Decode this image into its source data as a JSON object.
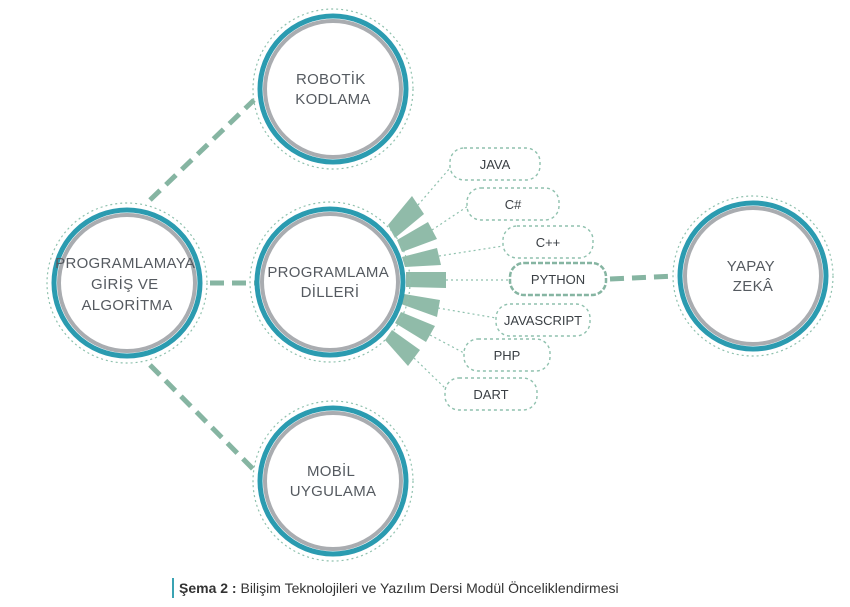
{
  "nodes": {
    "robotik": [
      "ROBOTİK",
      "KODLAMA"
    ],
    "programlamaya": [
      "PROGRAMLAMAYA",
      "GİRİŞ VE",
      "ALGORİTMA"
    ],
    "programlama_dilleri": [
      "PROGRAMLAMA",
      "DİLLERİ"
    ],
    "mobil": [
      "MOBİL",
      "UYGULAMA"
    ],
    "yapay_zeka": [
      "YAPAY",
      "ZEKÂ"
    ]
  },
  "languages": [
    "JAVA",
    "C#",
    "C++",
    "PYTHON",
    "JAVASCRIPT",
    "PHP",
    "DART"
  ],
  "caption": {
    "label": "Şema 2 :",
    "text": "Bilişim Teknolojileri ve Yazılım Dersi Modül Önceliklendirmesi"
  },
  "colors": {
    "ring_outer": "#2b9bb0",
    "ring_inner": "#a9acb0",
    "connector": "#86b5a2",
    "dotted": "#8fc1ae"
  }
}
